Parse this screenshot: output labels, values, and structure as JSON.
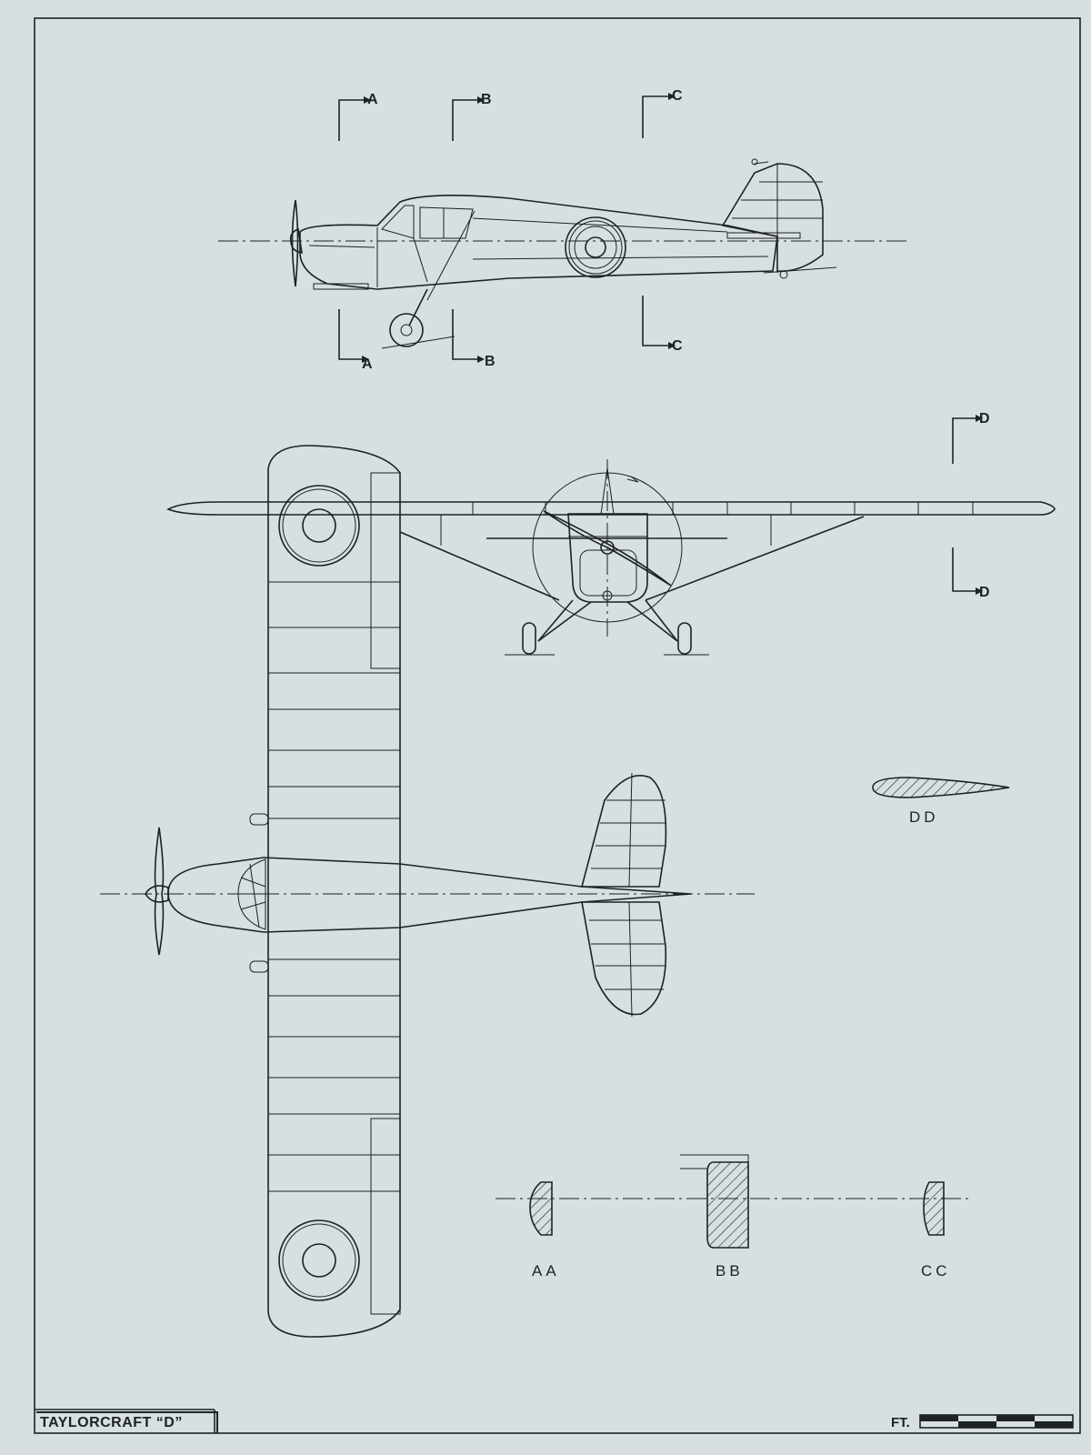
{
  "drawing": {
    "title": "TAYLORCRAFT “D”",
    "scale_label": "FT."
  },
  "section_markers": {
    "a": "A",
    "b": "B",
    "c": "C",
    "d": "D"
  },
  "sections": {
    "aa": "AA",
    "bb": "BB",
    "cc": "CC",
    "dd": "DD"
  },
  "roundels": {
    "fuselage": "roundel",
    "wing": "roundel"
  }
}
